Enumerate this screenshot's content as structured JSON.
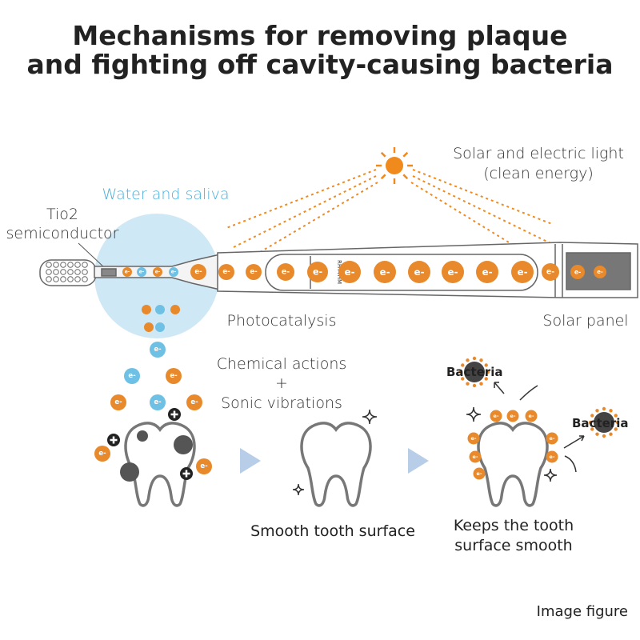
{
  "title": {
    "line1": "Mechanisms for removing plaque",
    "line2": "and fighting off cavity-causing bacteria"
  },
  "labels": {
    "light_source": {
      "line1": "Solar and electric light",
      "line2": "(clean energy)"
    },
    "water": "Water and saliva",
    "semiconductor": {
      "line1": "Tio2",
      "line2": "semiconductor"
    },
    "photocatalysis": "Photocatalysis",
    "solar_panel": "Solar panel",
    "actions": {
      "line1": "Chemical actions",
      "plus": "+",
      "line2": "Sonic vibrations"
    },
    "smooth": "Smooth tooth surface",
    "keeps": {
      "line1": "Keeps the tooth",
      "line2": "surface smooth"
    },
    "bacteria": "Bacteria",
    "footer": "Image figure",
    "electron": "e-",
    "brand": "RHYTHM"
  },
  "colors": {
    "electron_orange": "#e8892b",
    "electron_blue": "#6ec1e4",
    "water": "#cfe8f5",
    "water_label": "#4bb0dc",
    "sun": "#f08a1c",
    "arrow": "#b7cde8",
    "plaque": "#555555"
  },
  "icons": [
    "sun-icon",
    "toothbrush-icon",
    "tooth-icon",
    "sparkle-icon",
    "plus-icon",
    "arrow-right-icon"
  ]
}
